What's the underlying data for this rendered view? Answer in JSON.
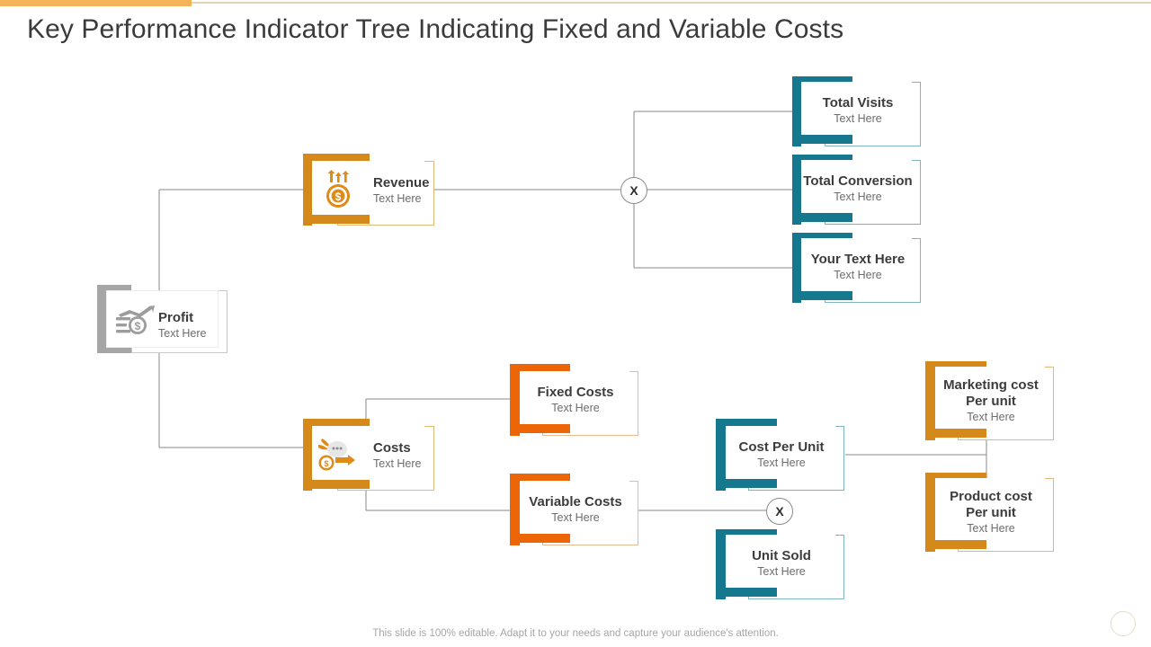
{
  "slide": {
    "title": "Key Performance Indicator Tree Indicating Fixed and Variable Costs",
    "footer_note": "This slide is 100% editable. Adapt it to your needs and capture your audience's attention."
  },
  "colors": {
    "accent_bar": "#f5b35a",
    "accent_bar_right": "#e4d3b4",
    "gray": "#a6a6a6",
    "gold": "#d4891a",
    "orange": "#ec6608",
    "teal": "#15788f",
    "title_text": "#3b3b3b",
    "node_title_text": "#3c3c3c",
    "node_sub_text": "#6d6d6d",
    "connector": "#8a8a8a"
  },
  "operators": [
    {
      "id": "op-revenue",
      "symbol": "X"
    },
    {
      "id": "op-costs",
      "symbol": "X"
    }
  ],
  "nodes": {
    "profit": {
      "title": "Profit",
      "sub": "Text Here",
      "color": "gray",
      "icon": "profit-growth-icon"
    },
    "revenue": {
      "title": "Revenue",
      "sub": "Text Here",
      "color": "gold",
      "icon": "revenue-coin-arrows-icon"
    },
    "costs": {
      "title": "Costs",
      "sub": "Text Here",
      "color": "gold",
      "icon": "costs-money-bag-icon"
    },
    "total_visits": {
      "title": "Total Visits",
      "sub": "Text Here",
      "color": "teal",
      "icon": ""
    },
    "total_conversion": {
      "title": "Total Conversion",
      "sub": "Text Here",
      "color": "teal",
      "icon": ""
    },
    "your_text_here": {
      "title": "Your Text Here",
      "sub": "Text Here",
      "color": "teal",
      "icon": ""
    },
    "fixed_costs": {
      "title": "Fixed Costs",
      "sub": "Text Here",
      "color": "orange",
      "icon": ""
    },
    "variable_costs": {
      "title": "Variable Costs",
      "sub": "Text Here",
      "color": "orange",
      "icon": ""
    },
    "cost_per_unit": {
      "title": "Cost Per Unit",
      "sub": "Text Here",
      "color": "teal",
      "icon": ""
    },
    "unit_sold": {
      "title": "Unit Sold",
      "sub": "Text Here",
      "color": "teal",
      "icon": ""
    },
    "marketing_cost": {
      "title_line1": "Marketing cost",
      "title_line2": "Per unit",
      "sub": "Text Here",
      "color": "gold",
      "icon": ""
    },
    "product_cost": {
      "title_line1": "Product cost",
      "title_line2": "Per unit",
      "sub": "Text Here",
      "color": "gold",
      "icon": ""
    }
  }
}
